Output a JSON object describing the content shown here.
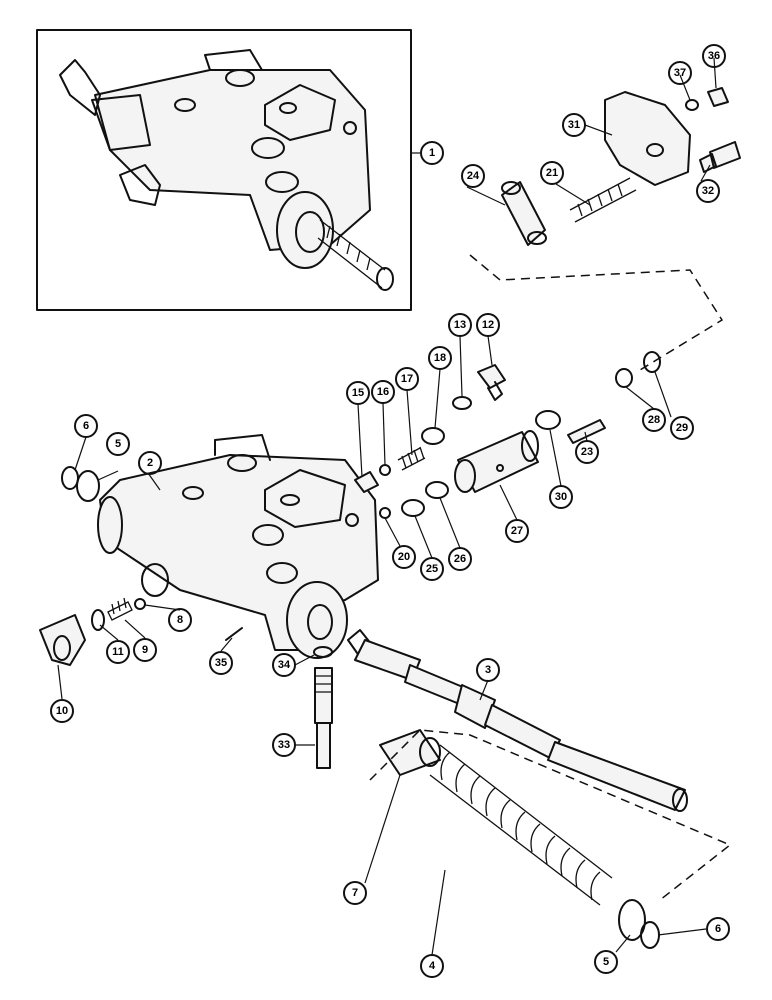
{
  "callouts": [
    {
      "id": "c1",
      "label": "1"
    },
    {
      "id": "c2",
      "label": "2"
    },
    {
      "id": "c3",
      "label": "3"
    },
    {
      "id": "c4",
      "label": "4"
    },
    {
      "id": "c5a",
      "label": "5"
    },
    {
      "id": "c5b",
      "label": "5"
    },
    {
      "id": "c6a",
      "label": "6"
    },
    {
      "id": "c6b",
      "label": "6"
    },
    {
      "id": "c7",
      "label": "7"
    },
    {
      "id": "c8",
      "label": "8"
    },
    {
      "id": "c9",
      "label": "9"
    },
    {
      "id": "c10",
      "label": "10"
    },
    {
      "id": "c11",
      "label": "11"
    },
    {
      "id": "c12",
      "label": "12"
    },
    {
      "id": "c13",
      "label": "13"
    },
    {
      "id": "c15",
      "label": "15"
    },
    {
      "id": "c16",
      "label": "16"
    },
    {
      "id": "c17",
      "label": "17"
    },
    {
      "id": "c18",
      "label": "18"
    },
    {
      "id": "c20",
      "label": "20"
    },
    {
      "id": "c21",
      "label": "21"
    },
    {
      "id": "c23",
      "label": "23"
    },
    {
      "id": "c24",
      "label": "24"
    },
    {
      "id": "c25",
      "label": "25"
    },
    {
      "id": "c26",
      "label": "26"
    },
    {
      "id": "c27",
      "label": "27"
    },
    {
      "id": "c28",
      "label": "28"
    },
    {
      "id": "c29",
      "label": "29"
    },
    {
      "id": "c30",
      "label": "30"
    },
    {
      "id": "c31",
      "label": "31"
    },
    {
      "id": "c32",
      "label": "32"
    },
    {
      "id": "c33",
      "label": "33"
    },
    {
      "id": "c34",
      "label": "34"
    },
    {
      "id": "c35",
      "label": "35"
    },
    {
      "id": "c36",
      "label": "36"
    },
    {
      "id": "c37",
      "label": "37"
    }
  ]
}
